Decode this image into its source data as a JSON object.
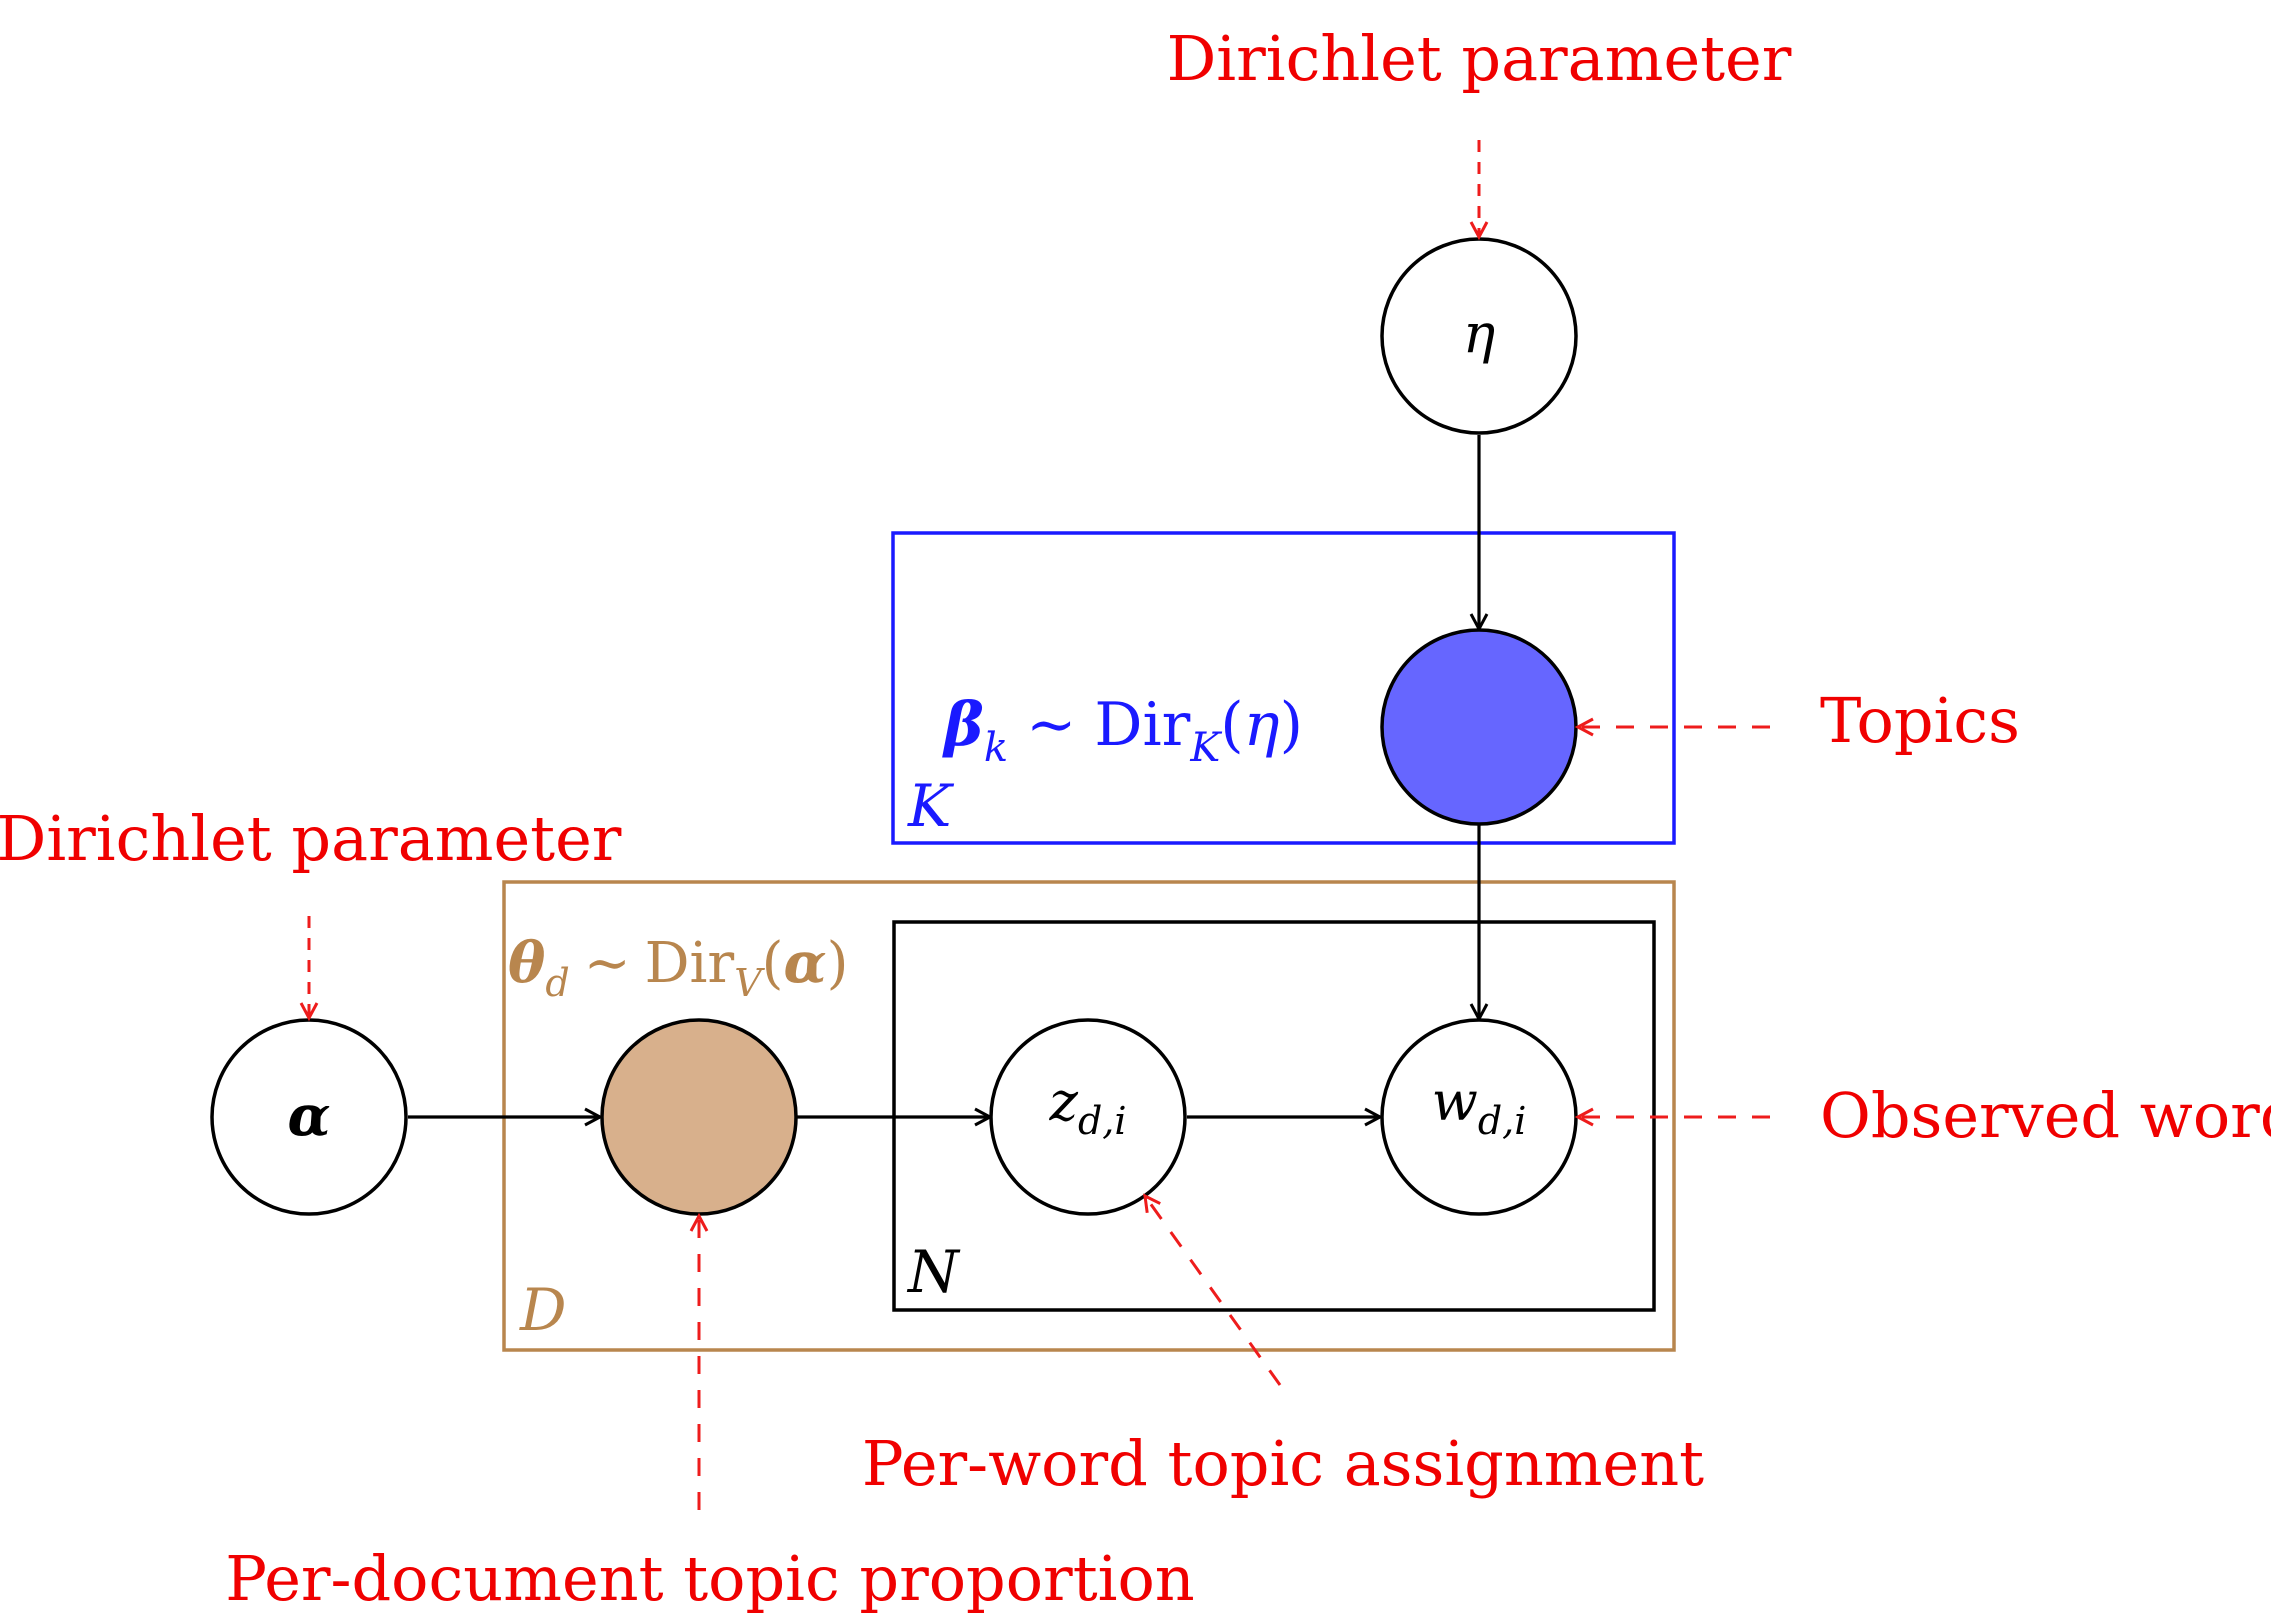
{
  "labels": {
    "dirichlet_param_top": "Dirichlet parameter",
    "dirichlet_param_left": "Dirichlet parameter",
    "topics": "Topics",
    "observed_word": "Observed word",
    "per_word_topic": "Per-word topic assignment",
    "per_doc_topic": "Per-document topic proportion"
  },
  "plates": {
    "K": {
      "name": "K",
      "color": "#1a1aff"
    },
    "D": {
      "name": "D",
      "color": "#b8864e"
    },
    "N": {
      "name": "N",
      "color": "#000000"
    }
  },
  "nodes": {
    "eta": {
      "symbol": "η",
      "fill": "#ffffff"
    },
    "beta": {
      "fill": "#6666ff"
    },
    "alpha": {
      "symbol": "α",
      "fill": "#ffffff"
    },
    "theta": {
      "fill": "#d8b08c"
    },
    "z": {
      "symbol": "z",
      "subscript": "d,i",
      "fill": "#ffffff"
    },
    "w": {
      "symbol": "w",
      "subscript": "d,i",
      "fill": "#ffffff"
    }
  },
  "formulas": {
    "beta": {
      "symbol": "β",
      "sub": "k",
      "sim": "∼",
      "dir": "Dir",
      "dir_sub": "K",
      "arg": "η",
      "color": "#1a1aff"
    },
    "theta": {
      "symbol": "θ",
      "sub": "d",
      "sim": "∼",
      "dir": "Dir",
      "dir_sub": "V",
      "arg": "α",
      "color": "#b8864e"
    }
  },
  "colors": {
    "annotation": "#f00000",
    "edge": "#000000"
  }
}
